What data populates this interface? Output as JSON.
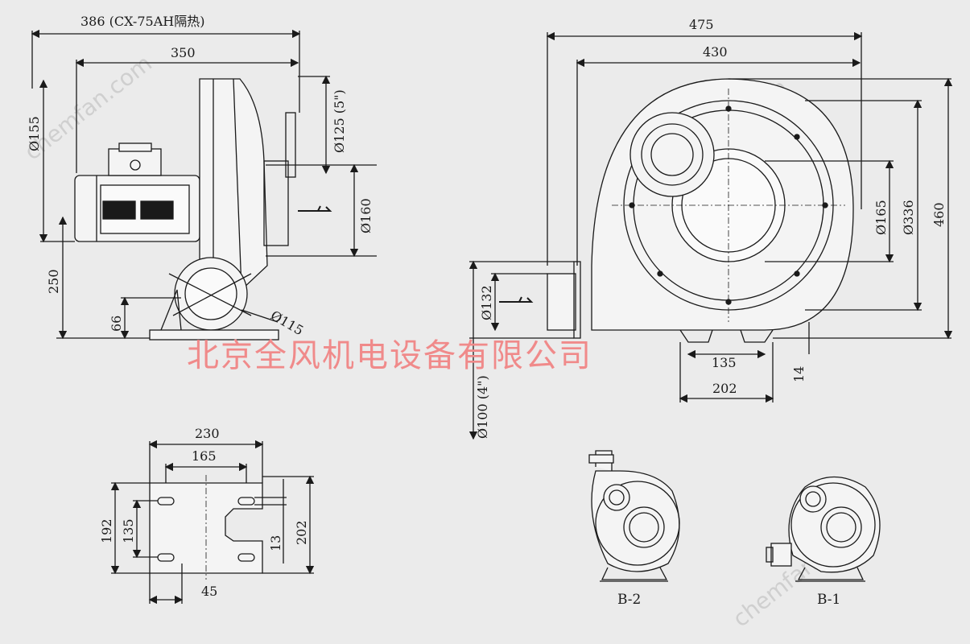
{
  "watermark": "chemfan.com",
  "company_name": "北京全风机电设备有限公司",
  "side_view": {
    "dims": {
      "overall_length": "386 (CX-75AH隔热)",
      "body_length": "350",
      "d155": "Ø155",
      "d125": "Ø125 (5\")",
      "d160": "Ø160",
      "height_250": "250",
      "height_66": "66",
      "d115": "Ø115"
    }
  },
  "front_view": {
    "dims": {
      "width_475": "475",
      "width_430": "430",
      "d165": "Ø165",
      "d336": "Ø336",
      "height_460": "460",
      "d132": "Ø132",
      "d100": "Ø100 (4\")",
      "base_135": "135",
      "base_202": "202",
      "base_14": "14"
    }
  },
  "base_plate": {
    "dims": {
      "w230": "230",
      "w165": "165",
      "h192": "192",
      "h135": "135",
      "h13": "13",
      "h202": "202",
      "w45": "45"
    }
  },
  "variants": {
    "b2_label": "B-2",
    "b1_label": "B-1"
  }
}
